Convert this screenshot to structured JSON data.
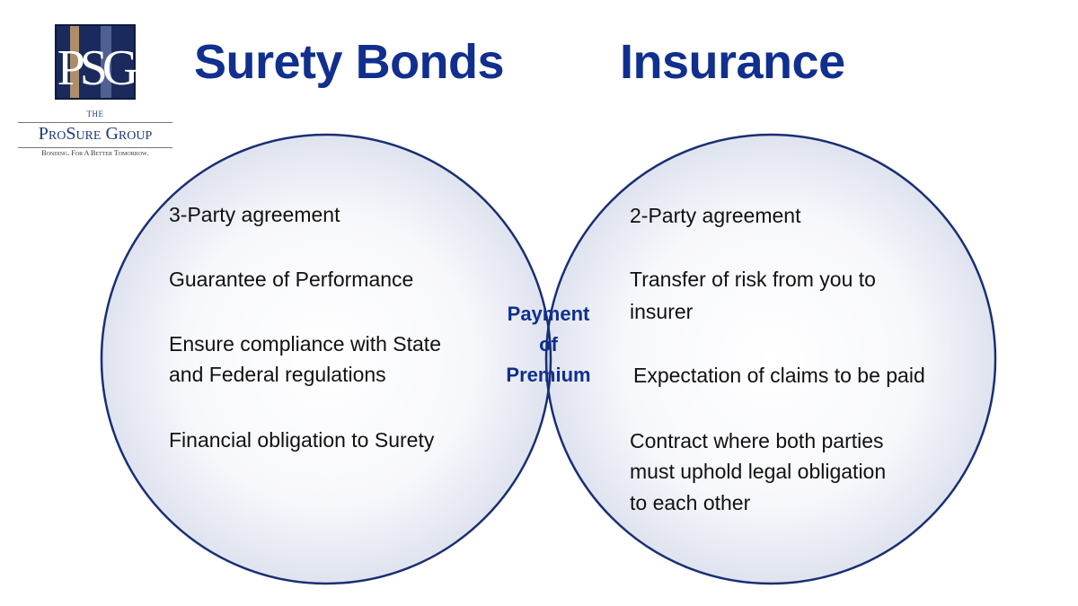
{
  "logo": {
    "letters": "PSG",
    "the": "THE",
    "name": "ProSure Group",
    "tagline": "Bonding. For A Better Tomorrow."
  },
  "headings": {
    "left": "Surety Bonds",
    "right": "Insurance"
  },
  "left_items": [
    "3-Party agreement",
    "Guarantee of Performance",
    "Ensure compliance with State",
    "and Federal regulations",
    "Financial obligation to Surety"
  ],
  "overlap": [
    "Payment",
    "of",
    "Premium"
  ],
  "right_items": [
    "2-Party agreement",
    "Transfer of risk from you to",
    "insurer",
    "Expectation of claims to be paid",
    "Contract where both parties",
    "must uphold legal obligation",
    "to each other"
  ],
  "colors": {
    "heading": "#102f8e",
    "circle_stroke": "#1a2f73",
    "circle_fill_edge": "#dfe3ef"
  }
}
